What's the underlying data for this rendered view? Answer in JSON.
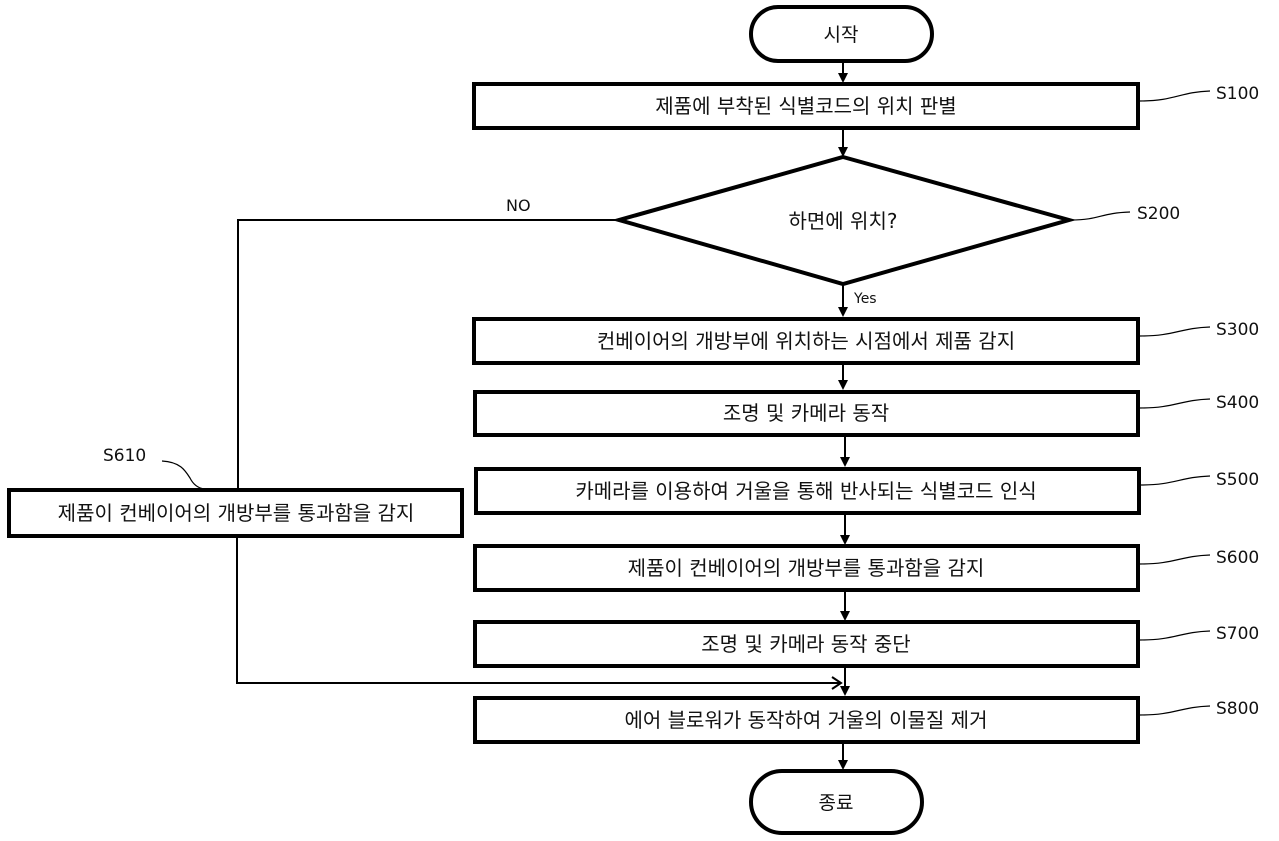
{
  "diagram": {
    "type": "flowchart",
    "start": {
      "label": "시작"
    },
    "end": {
      "label": "종료"
    },
    "steps": [
      {
        "id": "S100",
        "kind": "process",
        "label": "제품에 부착된 식별코드의 위치 판별"
      },
      {
        "id": "S200",
        "kind": "decision",
        "label": "하면에 위치?"
      },
      {
        "id": "S300",
        "kind": "process",
        "label": "컨베이어의 개방부에 위치하는 시점에서 제품 감지"
      },
      {
        "id": "S400",
        "kind": "process",
        "label": "조명 및 카메라 동작"
      },
      {
        "id": "S500",
        "kind": "process",
        "label": "카메라를 이용하여 거울을 통해 반사되는 식별코드 인식"
      },
      {
        "id": "S600",
        "kind": "process",
        "label": "제품이 컨베이어의 개방부를 통과함을 감지"
      },
      {
        "id": "S700",
        "kind": "process",
        "label": "조명 및 카메라 동작 중단"
      },
      {
        "id": "S800",
        "kind": "process",
        "label": "에어 블로워가 동작하여 거울의 이물질 제거"
      }
    ],
    "side_step": {
      "id": "S610",
      "kind": "process",
      "label": "제품이 컨베이어의 개방부를 통과함을 감지"
    },
    "edges": {
      "yes_label": "Yes",
      "no_label": "NO"
    },
    "colors": {
      "stroke": "#000000",
      "background": "#ffffff",
      "text": "#111111"
    }
  }
}
